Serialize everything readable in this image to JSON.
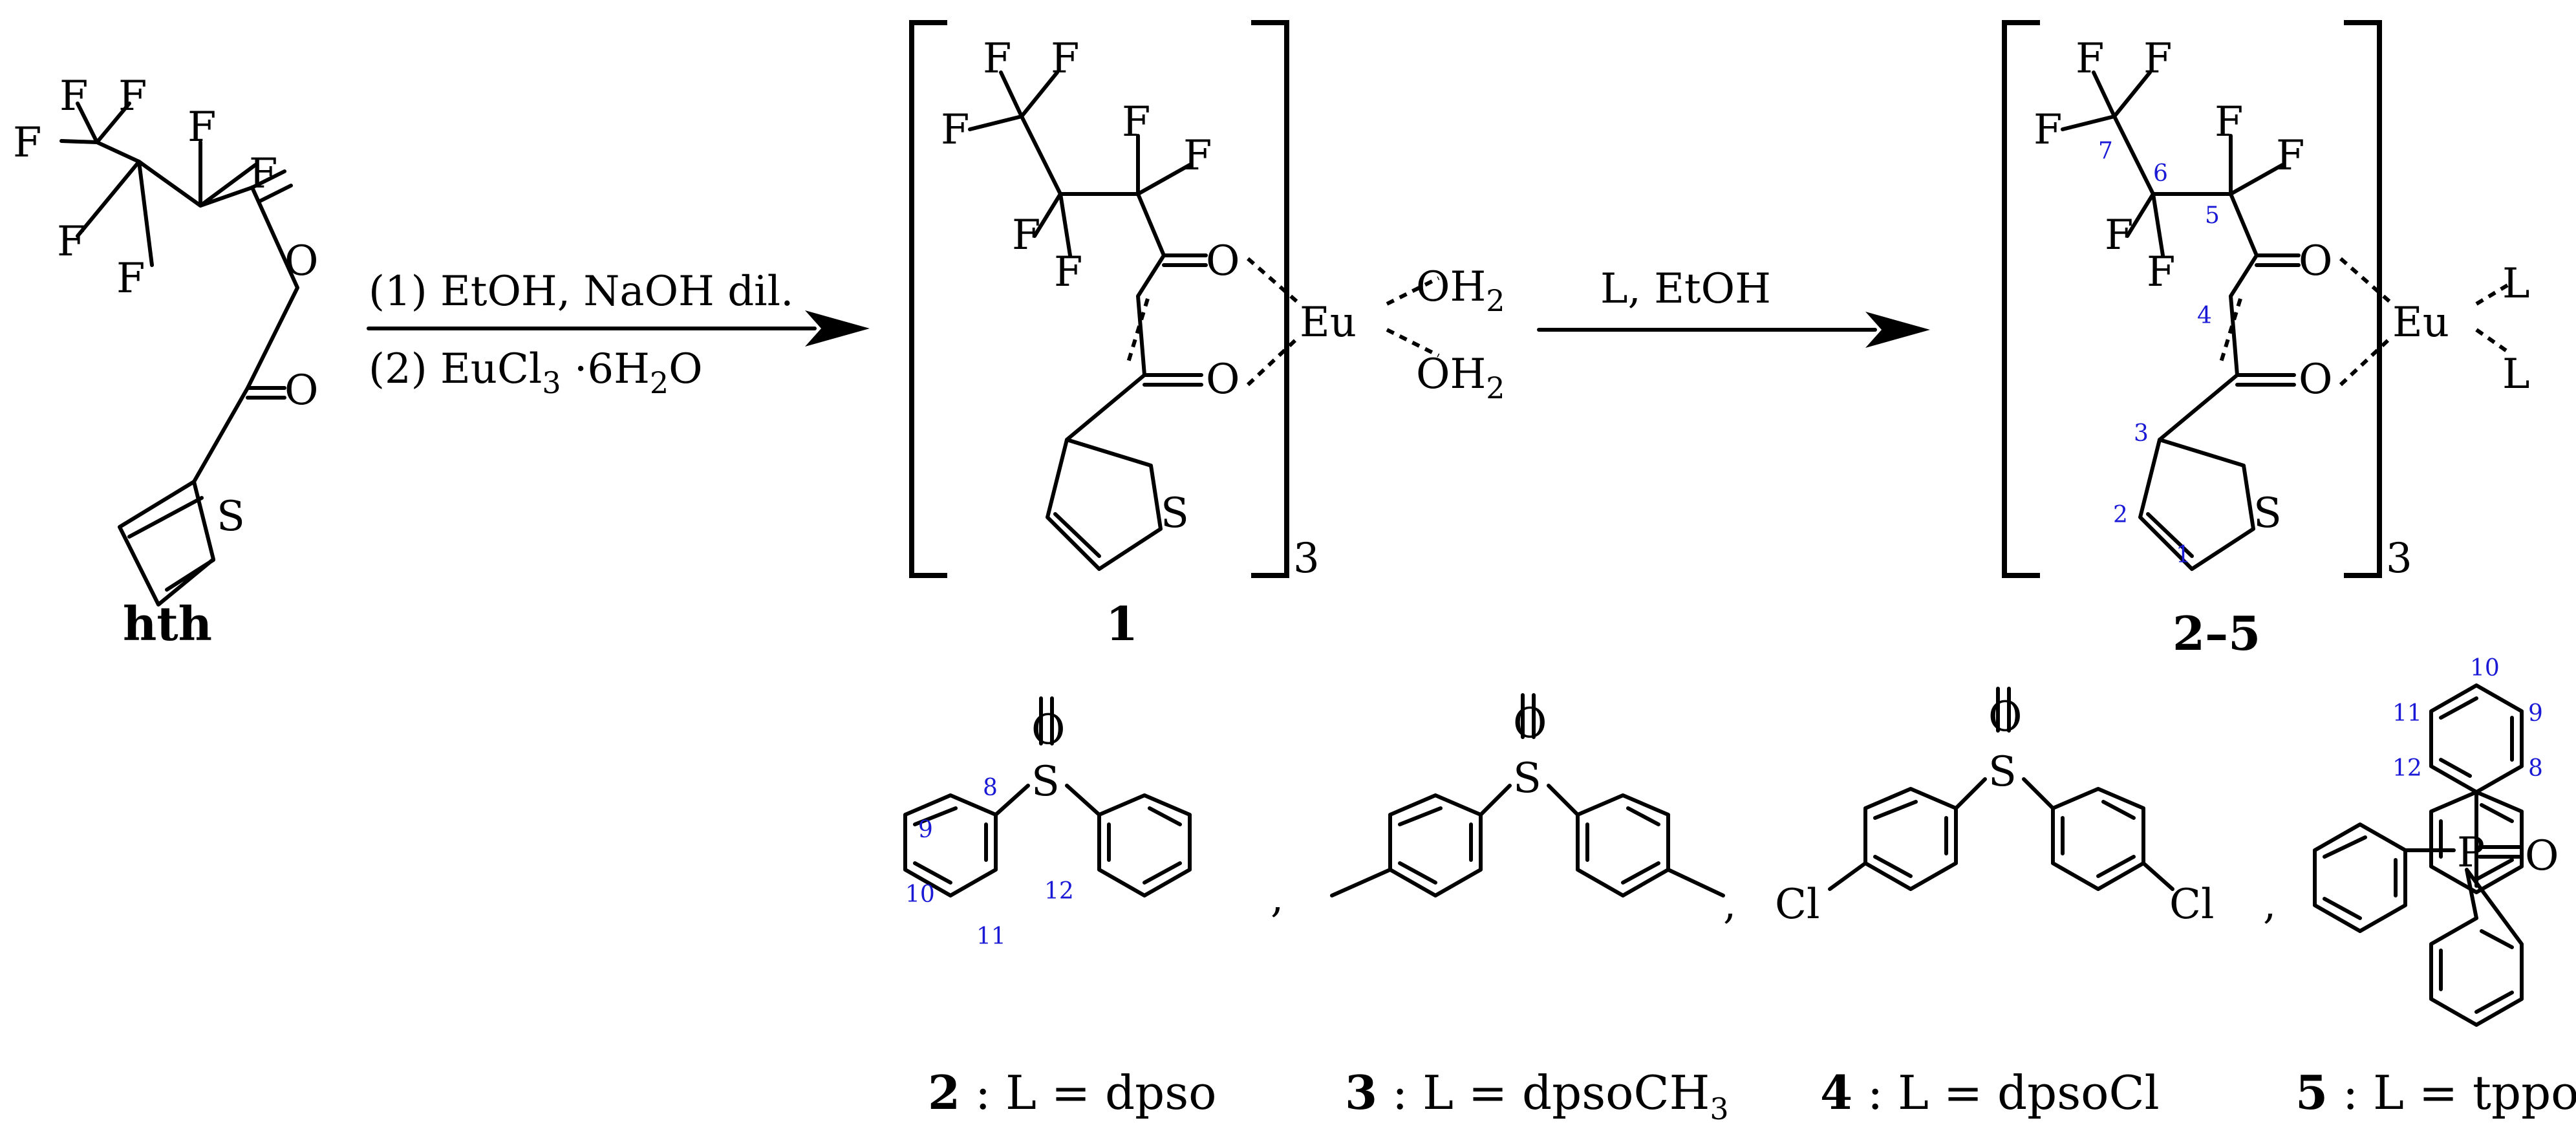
{
  "atoms": {
    "F": "F",
    "O": "O",
    "S": "S",
    "Eu": "Eu",
    "L": "L",
    "OH2_O": "OH",
    "OH2_sub": "2",
    "Cl": "Cl",
    "P": "P"
  },
  "labels": {
    "hth": "hth",
    "complex1": "1",
    "complex2_5": "2–5",
    "bracket_sub": "3"
  },
  "reaction": {
    "step1": "(1) EtOH, NaOH dil.",
    "step2_pre": "(2) EuCl",
    "step2_sub": "3",
    "step2_post": " ·6H",
    "step2_sub2": "2",
    "step2_end": "O",
    "step3": "L, EtOH"
  },
  "numbering": {
    "n1": "1",
    "n2": "2",
    "n3": "3",
    "n4": "4",
    "n5": "5",
    "n6": "6",
    "n7": "7",
    "n8": "8",
    "n9": "9",
    "n10": "10",
    "n11": "11",
    "n12": "12"
  },
  "ligands": {
    "l2_num": "2",
    "l2_text": " : L = dpso",
    "l3_num": "3",
    "l3_text": " : L = dpsoCH",
    "l3_sub": "3",
    "l4_num": "4",
    "l4_text": " : L = dpsoCl",
    "l5_num": "5",
    "l5_text": " : L = tppo",
    "comma": ","
  }
}
